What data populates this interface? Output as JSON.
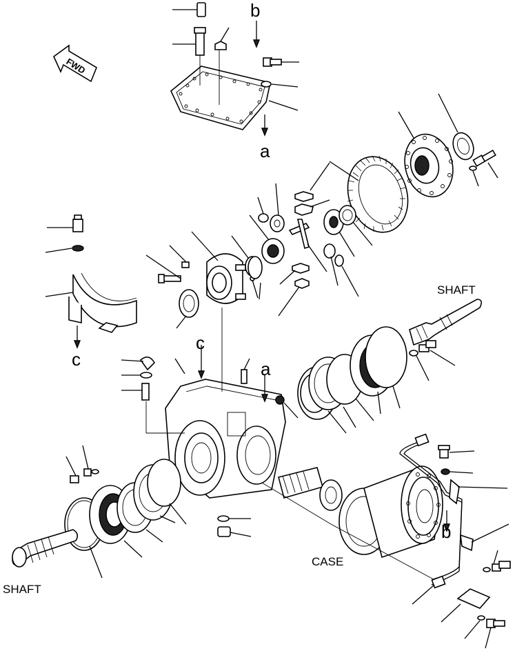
{
  "labels": {
    "shaft_right": "SHAFT",
    "shaft_left": "SHAFT",
    "case": "CASE",
    "fwd": "FWD",
    "ref_a_cover": "a",
    "ref_b_cover": "b",
    "ref_c_guard": "c",
    "ref_c_housing": "c",
    "ref_a_housing": "a",
    "ref_b_pipe": "b"
  }
}
